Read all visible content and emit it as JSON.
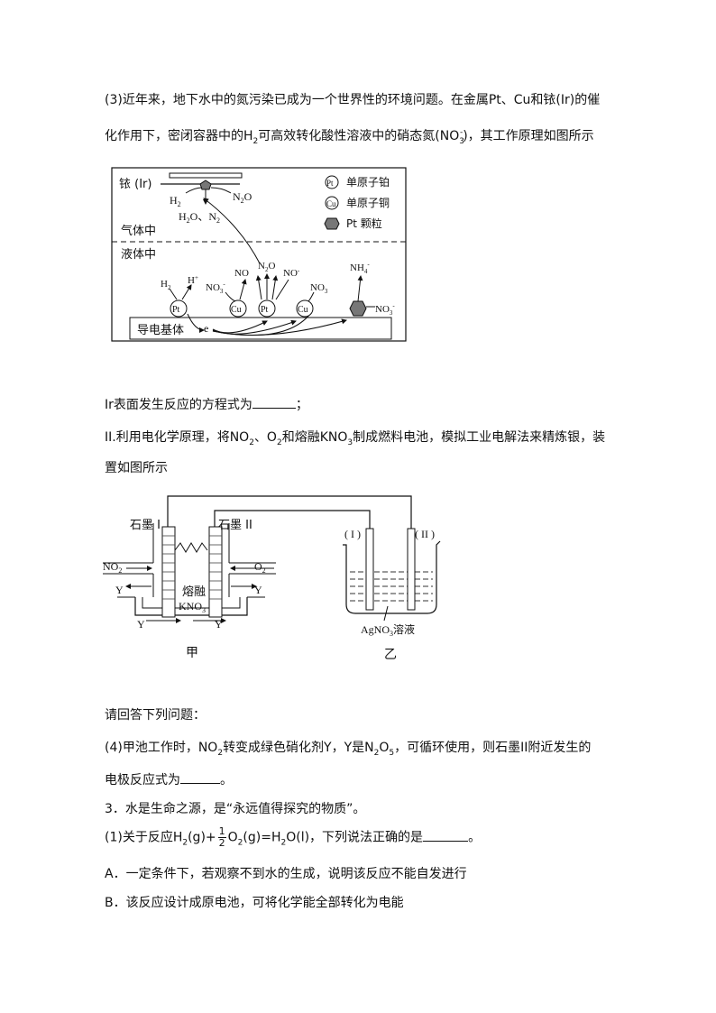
{
  "text": {
    "q3_line1": "(3)近年来，地下水中的氮污染已成为一个世界性的环境问题。在金属Pt、Cu和铱(Ir)的催",
    "q3_line2_a": "化作用下，密闭容器中的H",
    "q3_line2_b": "可高效转化酸性溶液中的硝态氮(NO",
    "q3_line2_c": ")，其工作原理如图所示",
    "ir_question": "Ir表面发生反应的方程式为",
    "ir_question_end": "；",
    "part2_line1_a": "II.利用电化学原理，将NO",
    "part2_line1_b": "、O",
    "part2_line1_c": "和熔融KNO",
    "part2_line1_d": "制成燃料电池，模拟工业电解法来精炼银，装",
    "part2_line2": "置如图所示",
    "answer_prompt": "请回答下列问题：",
    "q4_line1_a": "(4)甲池工作时，NO",
    "q4_line1_b": "转变成绿色硝化剂Y，Y是N",
    "q4_line1_c": "，可循环使用，则石墨II附近发生的",
    "q4_line2": "电极反应式为",
    "q4_line2_end": "。",
    "p3_title": "3．水是生命之源，是“永远值得探究的物质”。",
    "p3_q1_a": "(1)关于反应H",
    "p3_q1_b": "(g)+",
    "p3_q1_num": "1",
    "p3_q1_den": "2",
    "p3_q1_c": "O",
    "p3_q1_d": "(g)=H",
    "p3_q1_e": "O(l)，下列说法正确的是",
    "p3_q1_end": "。",
    "opt_a": "A．一定条件下，若观察不到水的生成，说明该反应不能自发进行",
    "opt_b": "B．该反应设计成原电池，可将化学能全部转化为电能",
    "sub2": "2",
    "sub3": "3",
    "sub5": "5",
    "sup_minus": "-"
  },
  "figure1": {
    "label_ir": "铱 (Ir)",
    "h2": "H",
    "n2o": "N",
    "n2o_o": "O",
    "h2o_n2": "H",
    "h2o_n2_b": "O、N",
    "gas": "气体中",
    "liquid": "液体中",
    "legend_pt_sym": "Pt",
    "legend_pt": "单原子铂",
    "legend_cu_sym": "Cu",
    "legend_cu": "单原子铜",
    "legend_ptp": "Pt 颗粒",
    "substrate": "导电基体",
    "e": "e",
    "hplus": "H",
    "no3": "NO",
    "no": "NO",
    "nh4": "NH",
    "pt": "Pt",
    "cu": "Cu",
    "sub2": "2",
    "sub3": "3",
    "sub4": "4",
    "sup_minus": "-",
    "sup_plus": "+"
  },
  "figure2": {
    "graphite1": "石墨 I",
    "graphite2": "石墨 II",
    "no2": "NO",
    "o2": "O",
    "y": "Y",
    "molten": "熔融",
    "kno3": "KNO",
    "e1": "( I )",
    "e2": "( II )",
    "agno3": "AgNO",
    "agno3_tail": "溶液",
    "jia": "甲",
    "yi": "乙",
    "sub2": "2",
    "sub3": "3"
  }
}
